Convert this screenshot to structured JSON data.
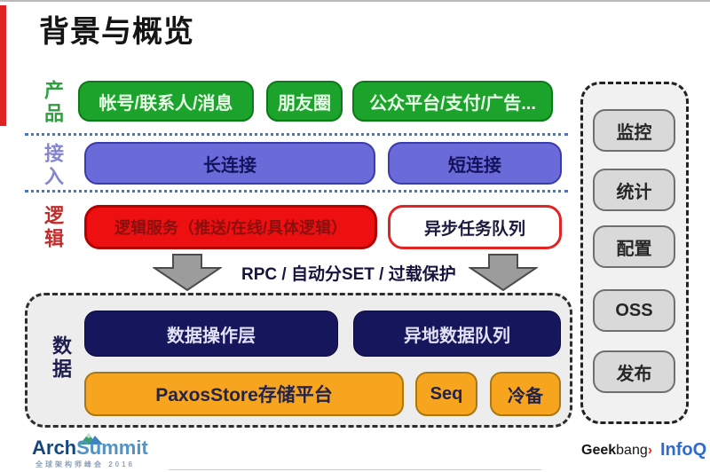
{
  "title": "背景与概览",
  "layers": {
    "product": {
      "label": "产品",
      "boxes": [
        "帐号/联系人/消息",
        "朋友圈",
        "公众平台/支付/广告..."
      ]
    },
    "access": {
      "label": "接入",
      "boxes": [
        "长连接",
        "短连接"
      ]
    },
    "logic": {
      "label": "逻辑",
      "service_box": "逻辑服务（推送/在线/具体逻辑）",
      "async_box": "异步任务队列"
    },
    "rpc_caption": "RPC / 自动分SET / 过载保护",
    "data": {
      "label": "数据",
      "operation_box": "数据操作层",
      "remote_queue_box": "异地数据队列",
      "paxos_box": "PaxosStore存储平台",
      "seq_box": "Seq",
      "cold_backup_box": "冷备"
    }
  },
  "sidebar": {
    "items": [
      "监控",
      "统计",
      "配置",
      "OSS",
      "发布"
    ]
  },
  "footer": {
    "archsummit": {
      "name_part1": "Arch",
      "name_part2": "Summit",
      "subtitle": "全球架构师峰会 2016"
    },
    "geekbang": {
      "part1": "Geek",
      "part2": "bang",
      "chevron": "›"
    },
    "infoq": "InfoQ"
  },
  "icons": {
    "down_arrow_icon": "block-arrow-down",
    "mountain_icon": "mountain-peaks"
  },
  "colors": {
    "accent_left_bar": "#dd2222",
    "green_box": "#1ba32b",
    "blue_box": "#6a6ad8",
    "red_box": "#ee1010",
    "white_box_border": "#e02424",
    "navy_box": "#16165c",
    "orange_box": "#f7a51e",
    "dotted_separator": "#4f74bc",
    "arrow_gray": "#9c9c9c",
    "sidebar_button": "#d9d9d9",
    "label_product": "#2f9e3f",
    "label_access": "#8585d2",
    "label_logic": "#c22b2b",
    "label_data": "#1c1c4e",
    "archsummit_dark_blue": "#15477d",
    "archsummit_light_blue": "#4f93c8",
    "infoq_blue": "#2f6bce",
    "geekbang_red": "#e0312b"
  }
}
